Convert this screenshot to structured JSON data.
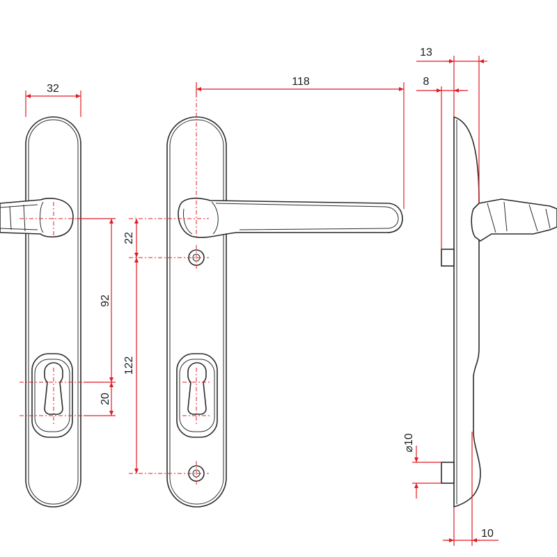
{
  "drawing": {
    "colors": {
      "outline": "#2a2a2a",
      "dimension": "#e01c24",
      "background": "#ffffff"
    },
    "dimensions": {
      "plate_width": "32",
      "lever_length": "118",
      "handle_to_screw": "22",
      "handle_to_cylinder": "92",
      "handle_to_lower_screw": "122",
      "cylinder_spacing": "20",
      "projection_13": "13",
      "projection_8": "8",
      "pin_diameter": "⌀10",
      "plate_thickness": "10"
    }
  }
}
